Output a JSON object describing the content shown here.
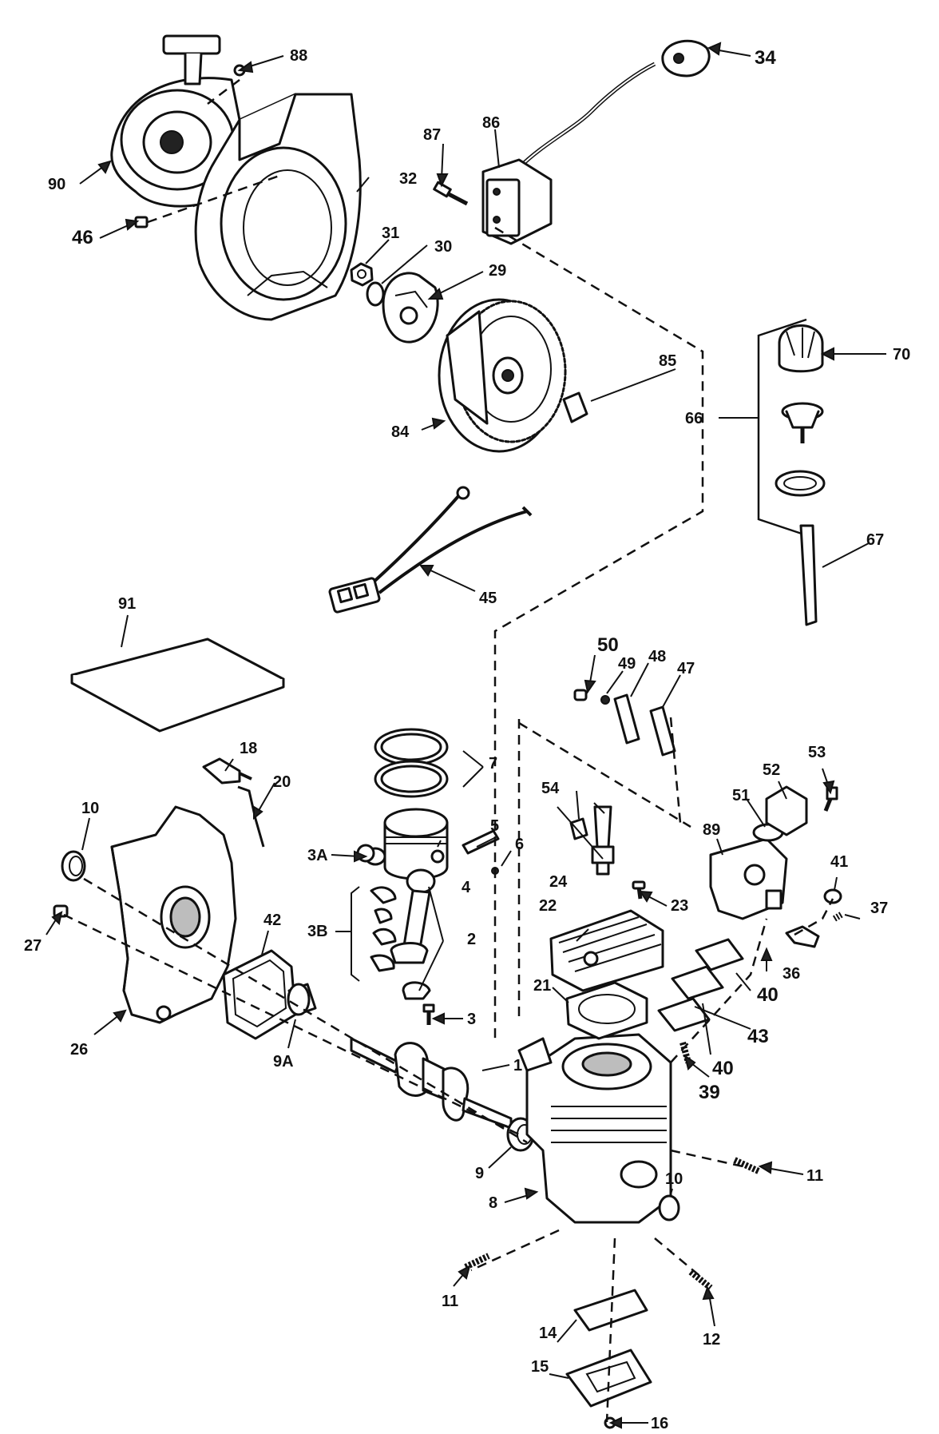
{
  "callouts": {
    "c1": "1",
    "c2": "2",
    "c3": "3",
    "c3a": "3A",
    "c3b": "3B",
    "c4": "4",
    "c5": "5",
    "c6": "6",
    "c7": "7",
    "c8": "8",
    "c9": "9",
    "c9a": "9A",
    "c10a": "10",
    "c10b": "10",
    "c11a": "11",
    "c11b": "11",
    "c12": "12",
    "c14": "14",
    "c15": "15",
    "c16": "16",
    "c18": "18",
    "c20": "20",
    "c21": "21",
    "c22": "22",
    "c23": "23",
    "c24": "24",
    "c26": "26",
    "c27": "27",
    "c29": "29",
    "c30": "30",
    "c31": "31",
    "c32": "32",
    "c34": "34",
    "c36": "36",
    "c37": "37",
    "c39": "39",
    "c40a": "40",
    "c40b": "40",
    "c41": "41",
    "c42": "42",
    "c43": "43",
    "c45": "45",
    "c46": "46",
    "c47": "47",
    "c48": "48",
    "c49": "49",
    "c50": "50",
    "c51": "51",
    "c52": "52",
    "c53": "53",
    "c54": "54",
    "c66": "66",
    "c67": "67",
    "c70": "70",
    "c84": "84",
    "c85": "85",
    "c86": "86",
    "c87": "87",
    "c88": "88",
    "c89": "89",
    "c90": "90",
    "c91": "91"
  }
}
